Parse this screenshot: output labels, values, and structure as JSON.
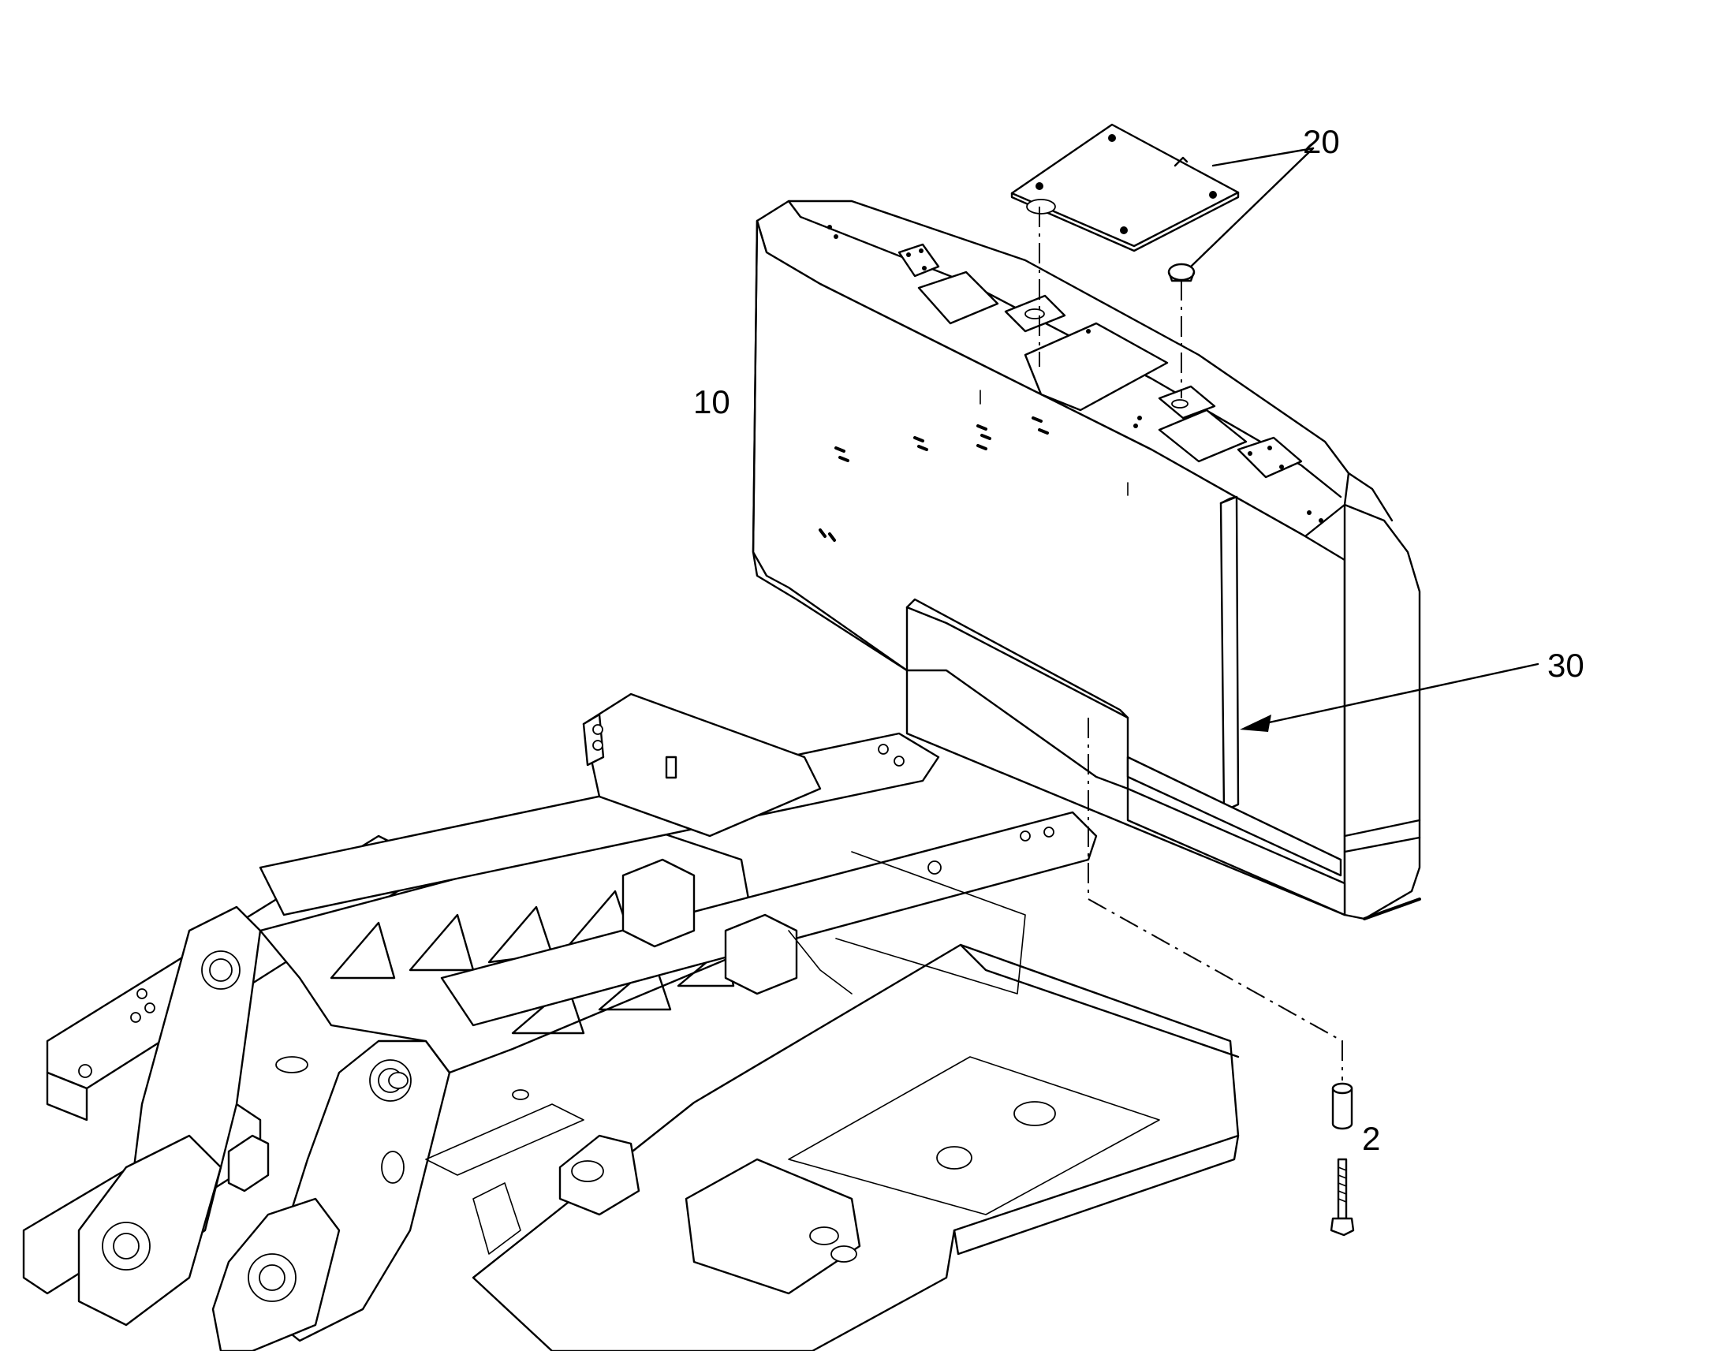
{
  "diagram": {
    "callouts": [
      {
        "id": "counterweight",
        "label": "10"
      },
      {
        "id": "cover-plate-and-plug",
        "label": "20"
      },
      {
        "id": "bar-strip",
        "label": "30"
      },
      {
        "id": "bolt-and-spacer",
        "label": "2"
      }
    ]
  }
}
